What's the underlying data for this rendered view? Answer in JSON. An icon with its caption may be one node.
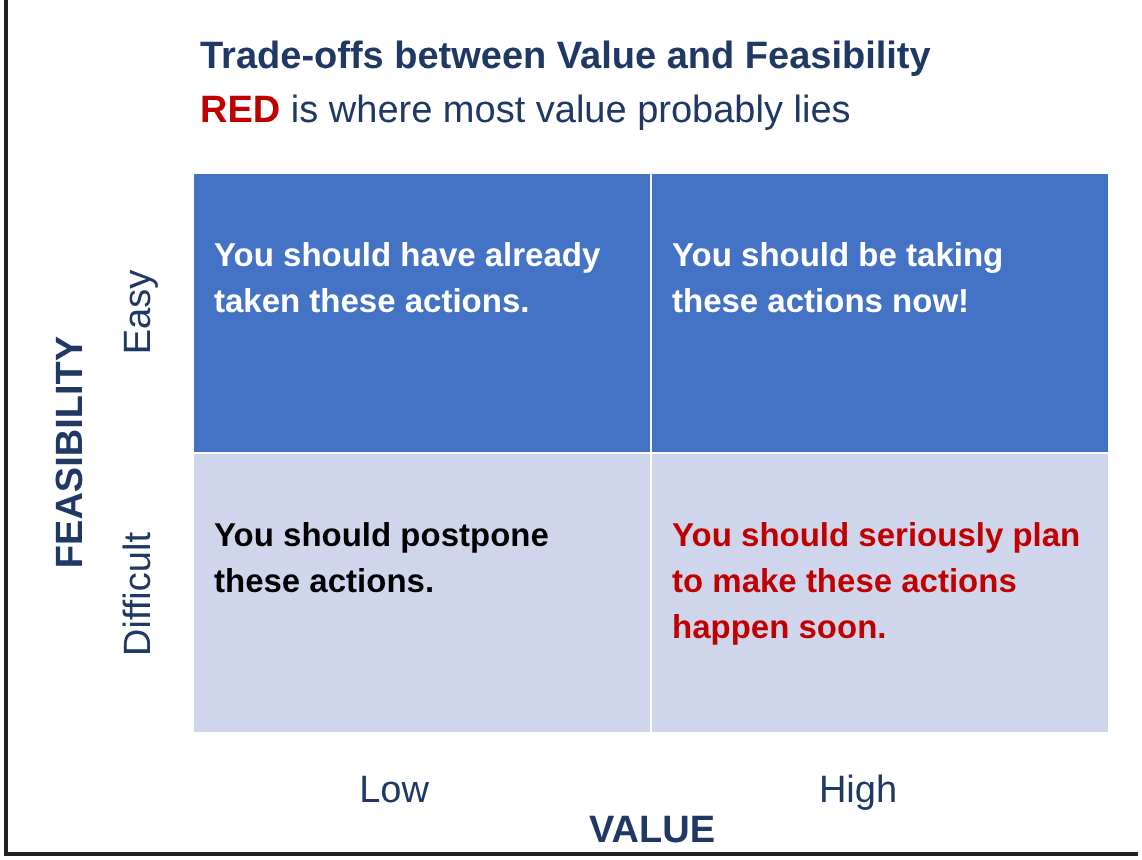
{
  "diagram": {
    "title": "Trade-offs between Value and Feasibility",
    "nodes": [
      {
        "text": [
          "You should have already taken these actions."
        ]
      },
      {
        "text": [
          "You should be taking these actions now!"
        ]
      },
      {
        "text": [
          "You should postpone these actions."
        ]
      },
      {
        "text": [
          "You should seriously plan to make these actions happen soon."
        ]
      }
    ],
    "edges": [],
    "labels": [
      "**RED** is where most value probably lies",
      "FEASIBILITY",
      "Easy",
      "Difficult",
      "Low",
      "High",
      "VALUE"
    ]
  }
}
